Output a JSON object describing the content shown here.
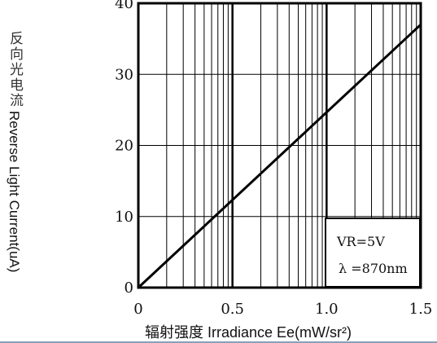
{
  "chart_data": {
    "type": "line",
    "ylabel_cn": "反向光电流",
    "ylabel_en": "Reverse Light Current(uA)",
    "xlabel_cn": "辐射强度",
    "xlabel_en": "Irradiance Ee(mW/sr²)",
    "xlim": [
      0,
      1.5
    ],
    "ylim": [
      0,
      40
    ],
    "x_ticks": [
      "0",
      "0.5",
      "1.0",
      "1.5"
    ],
    "y_ticks": [
      "0",
      "10",
      "20",
      "30",
      "40"
    ],
    "grid": true,
    "series": [
      {
        "x": [
          0,
          1.5
        ],
        "y": [
          0,
          37
        ]
      }
    ],
    "annotations": {
      "vr": "VR=5V",
      "lambda": "λ =870nm"
    }
  }
}
